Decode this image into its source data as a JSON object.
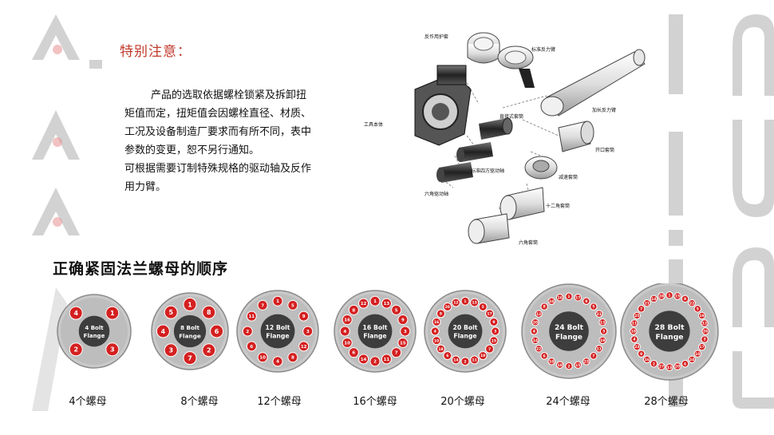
{
  "notice": {
    "title": "特别注意：",
    "lines": [
      "产品的选取依据螺栓锁紧及拆卸扭",
      "矩值而定，扭矩值会因螺栓直径、材质、",
      "工况及设备制造厂要求而有所不同，表中",
      "参数的变更，恕不另行通知。",
      "可根据需要订制特殊规格的驱动轴及反作",
      "用力臂。"
    ]
  },
  "diagram": {
    "labels": {
      "guard": "反作用护套",
      "std_arm": "标准反力臂",
      "ext_arm": "加长反力臂",
      "body": "工具本体",
      "direct_socket": "直接式套筒",
      "open_socket": "开口套筒",
      "sq_drive": "标准四方驱动轴",
      "reducer": "减速套筒",
      "hex_drive": "六角驱动轴",
      "twelve_socket": "十二角套筒",
      "hex_socket": "六角套筒"
    }
  },
  "sequence": {
    "title": "正确紧固法兰螺母的顺序",
    "flanges": [
      {
        "bolts": 4,
        "line1": "4 Bolt",
        "line2": "Flange",
        "caption": "4个螺母",
        "order": [
          1,
          3,
          2,
          4
        ]
      },
      {
        "bolts": 8,
        "line1": "8 Bolt",
        "line2": "Flange",
        "caption": "8个螺母",
        "order": [
          1,
          8,
          6,
          2,
          7,
          3,
          4,
          5
        ]
      },
      {
        "bolts": 12,
        "line1": "12 Bolt",
        "line2": "Flange",
        "caption": "12个螺母",
        "order": [
          1,
          5,
          9,
          3,
          12,
          8,
          4,
          10,
          6,
          2,
          11,
          7
        ]
      },
      {
        "bolts": 16,
        "line1": "16 Bolt",
        "line2": "Flange",
        "caption": "16个螺母",
        "order": [
          1,
          13,
          5,
          9,
          3,
          15,
          7,
          11,
          2,
          14,
          6,
          10,
          4,
          16,
          8,
          12
        ]
      },
      {
        "bolts": 20,
        "line1": "20 Bolt",
        "line2": "Flange",
        "caption": "20个螺母",
        "order": [
          1,
          13,
          5,
          17,
          9,
          3,
          15,
          7,
          19,
          11,
          2,
          14,
          6,
          18,
          10,
          4,
          16,
          8,
          20,
          12
        ]
      },
      {
        "bolts": 24,
        "line1": "24 Bolt",
        "line2": "Flange",
        "caption": "24个螺母",
        "order": [
          1,
          17,
          9,
          5,
          21,
          13,
          3,
          19,
          11,
          7,
          23,
          15,
          2,
          18,
          10,
          6,
          22,
          14,
          4,
          20,
          12,
          8,
          24,
          16
        ]
      },
      {
        "bolts": 28,
        "line1": "28 Bolt",
        "line2": "Flange",
        "caption": "28个螺母",
        "order": [
          1,
          15,
          8,
          22,
          5,
          19,
          12,
          26,
          3,
          17,
          10,
          24,
          6,
          20,
          13,
          27,
          2,
          16,
          9,
          23,
          4,
          18,
          11,
          25,
          7,
          21,
          14,
          28
        ]
      }
    ]
  },
  "colors": {
    "accent_red": "#d42020",
    "decor_gray": "#cfcfcf",
    "disc_dark": "#3d3d3d"
  }
}
